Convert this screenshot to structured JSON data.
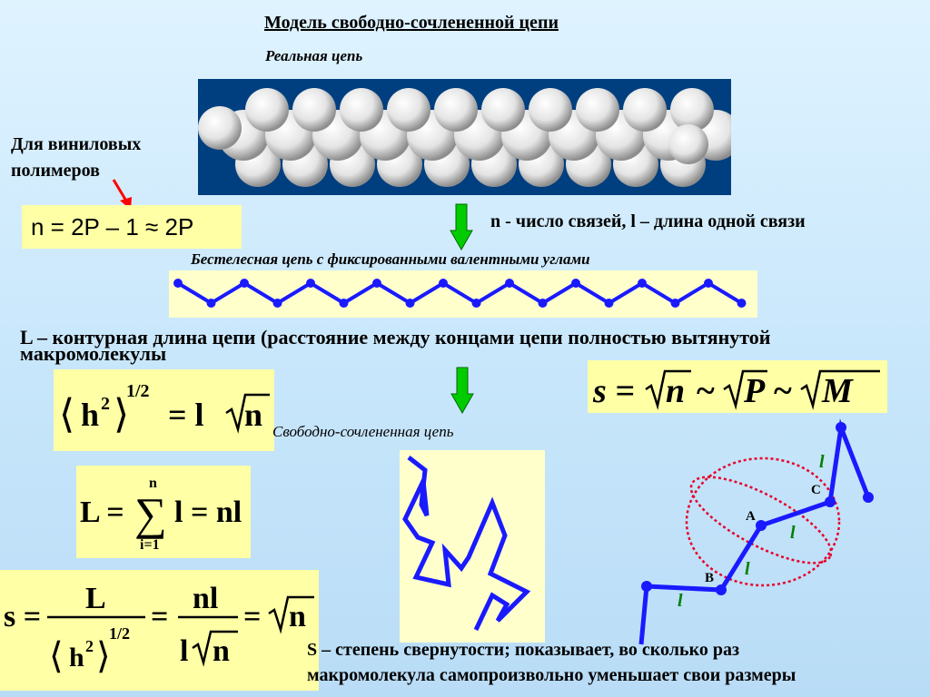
{
  "header": {
    "title": "Модель свободно-сочлененной цепи",
    "subtitle_real": "Реальная цепь"
  },
  "left": {
    "vinyl_label_line1": "Для виниловых",
    "vinyl_label_line2": "полимеров",
    "formula_n": "n = 2P – 1 ≈ 2P"
  },
  "middle": {
    "n_l_text": "n  - число связей, l – длина одной связи",
    "fixed_chain_label": "Бестелесная цепь с фиксированными валентными углами",
    "L_text_line1": "L – контурная длина цепи (расстояние между концами цепи полностью вытянутой",
    "L_text_line2": "макромолекулы",
    "freechain_label": "Свободно-сочлененная цепь"
  },
  "formulas": {
    "h2_exp": "1/2",
    "h2_rhs": "= l",
    "h2_rad": "n",
    "s1_lhs": "s = ",
    "s1_n": "n",
    "s1_tilde": "~",
    "s1_P": "P",
    "s1_M": "M",
    "L_lhs": "L =",
    "L_top": "n",
    "L_bottom": "i=1",
    "L_rhs": "l = nl",
    "s2_lhs": "s =",
    "s2_num1": "L",
    "s2_exp": "1/2",
    "s2_eq": "=",
    "s2_num2": "nl",
    "s2_den2": "l",
    "s2_rad": "n",
    "s2_end": "= ",
    "s2_endrad": "n"
  },
  "bottom": {
    "s_text_line1": "S – степень свернутости; показывает, во сколько раз",
    "s_text_line2": "макромолекула самопроизвольно уменьшает свои размеры"
  },
  "diagram": {
    "label_A": "A",
    "label_B": "B",
    "label_C": "C",
    "label_l": "l"
  },
  "colors": {
    "chain_blue": "#1a1aff",
    "arrow_green": "#00cc00",
    "red_arrow": "#ff0000",
    "ellipse_red": "#e8002a",
    "bond_label_green": "#008000",
    "yellow_box": "#ffffa6"
  }
}
